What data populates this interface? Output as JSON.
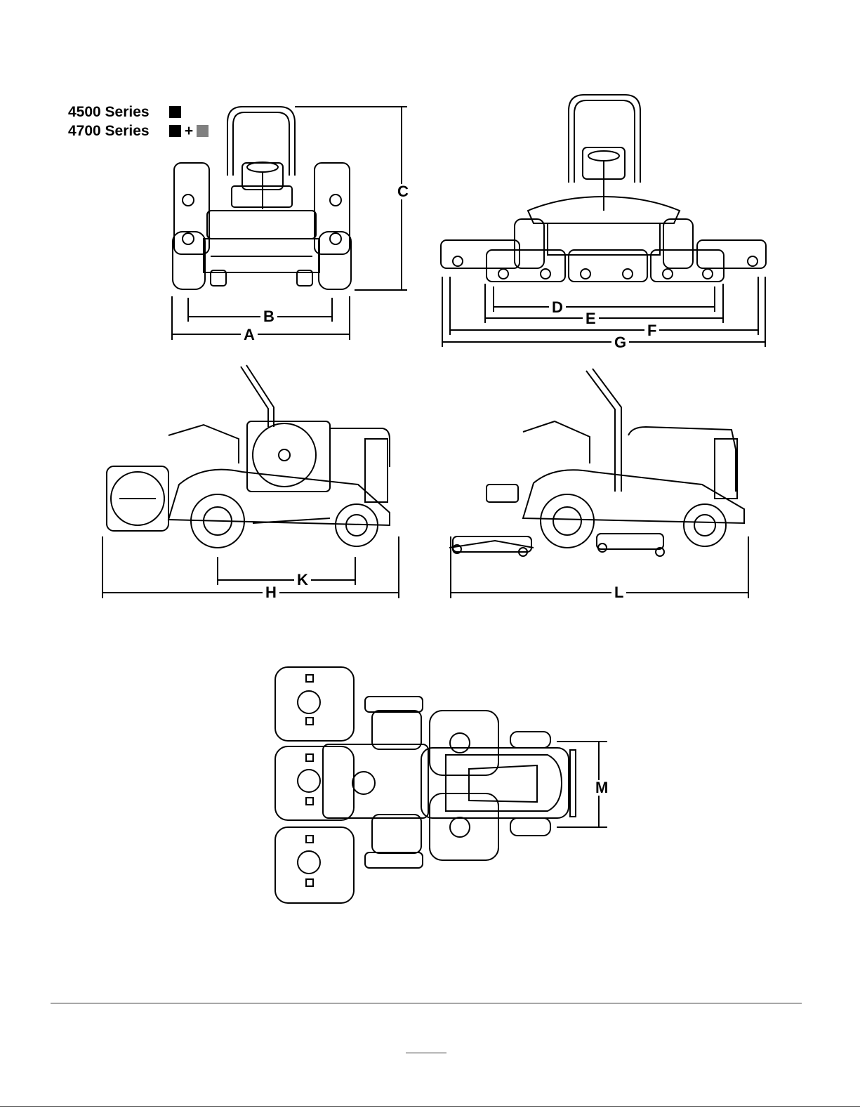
{
  "legend": {
    "row1": {
      "label": "4500 Series",
      "swatches": [
        "black"
      ]
    },
    "row2": {
      "label": "4700 Series",
      "plus": "+",
      "swatches": [
        "black",
        "gray"
      ]
    }
  },
  "colors": {
    "black_swatch": "#000000",
    "gray_swatch": "#808080",
    "line": "#000000"
  },
  "dimensions": {
    "A": "A",
    "B": "B",
    "C": "C",
    "D": "D",
    "E": "E",
    "F": "F",
    "G": "G",
    "H": "H",
    "K": "K",
    "L": "L",
    "M": "M"
  }
}
